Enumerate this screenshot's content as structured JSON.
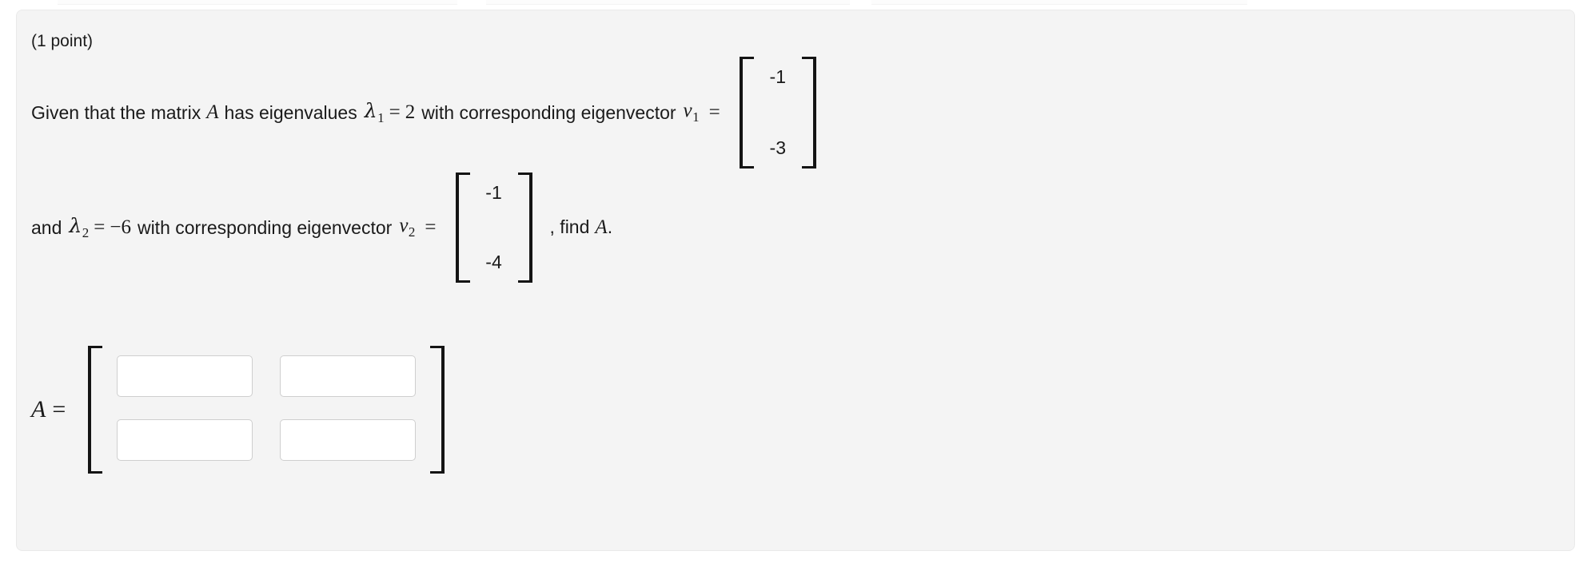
{
  "page": {
    "background_color": "#ffffff",
    "panel_color": "#f4f4f4",
    "panel_border_color": "#eaeaea"
  },
  "problem": {
    "points_label": "(1 point)",
    "statement": {
      "line1": {
        "lead_text": "Given that the matrix",
        "matrix_symbol": "A",
        "mid_text": "has eigenvalues",
        "lambda_symbol": "λ",
        "lambda_subscript": "1",
        "equals": "=",
        "eigenvalue": "2",
        "after_text": "with corresponding eigenvector",
        "vector_symbol": "v",
        "vector_subscript": "1",
        "vector_equals": "=",
        "vector": {
          "rows": [
            "-1",
            "-3"
          ]
        }
      },
      "line2": {
        "lead_text": "and",
        "lambda_symbol": "λ",
        "lambda_subscript": "2",
        "equals": "=",
        "eigenvalue": "−6",
        "after_text": "with corresponding eigenvector",
        "vector_symbol": "v",
        "vector_subscript": "2",
        "vector_equals": "=",
        "vector": {
          "rows": [
            "-1",
            "-4"
          ]
        },
        "tail_text": ", find",
        "tail_symbol": "A",
        "tail_period": "."
      }
    },
    "answer": {
      "label_symbol": "A",
      "label_equals": "=",
      "inputs": [
        {
          "name": "a11",
          "value": "",
          "placeholder": ""
        },
        {
          "name": "a12",
          "value": "",
          "placeholder": ""
        },
        {
          "name": "a21",
          "value": "",
          "placeholder": ""
        },
        {
          "name": "a22",
          "value": "",
          "placeholder": ""
        }
      ]
    }
  }
}
